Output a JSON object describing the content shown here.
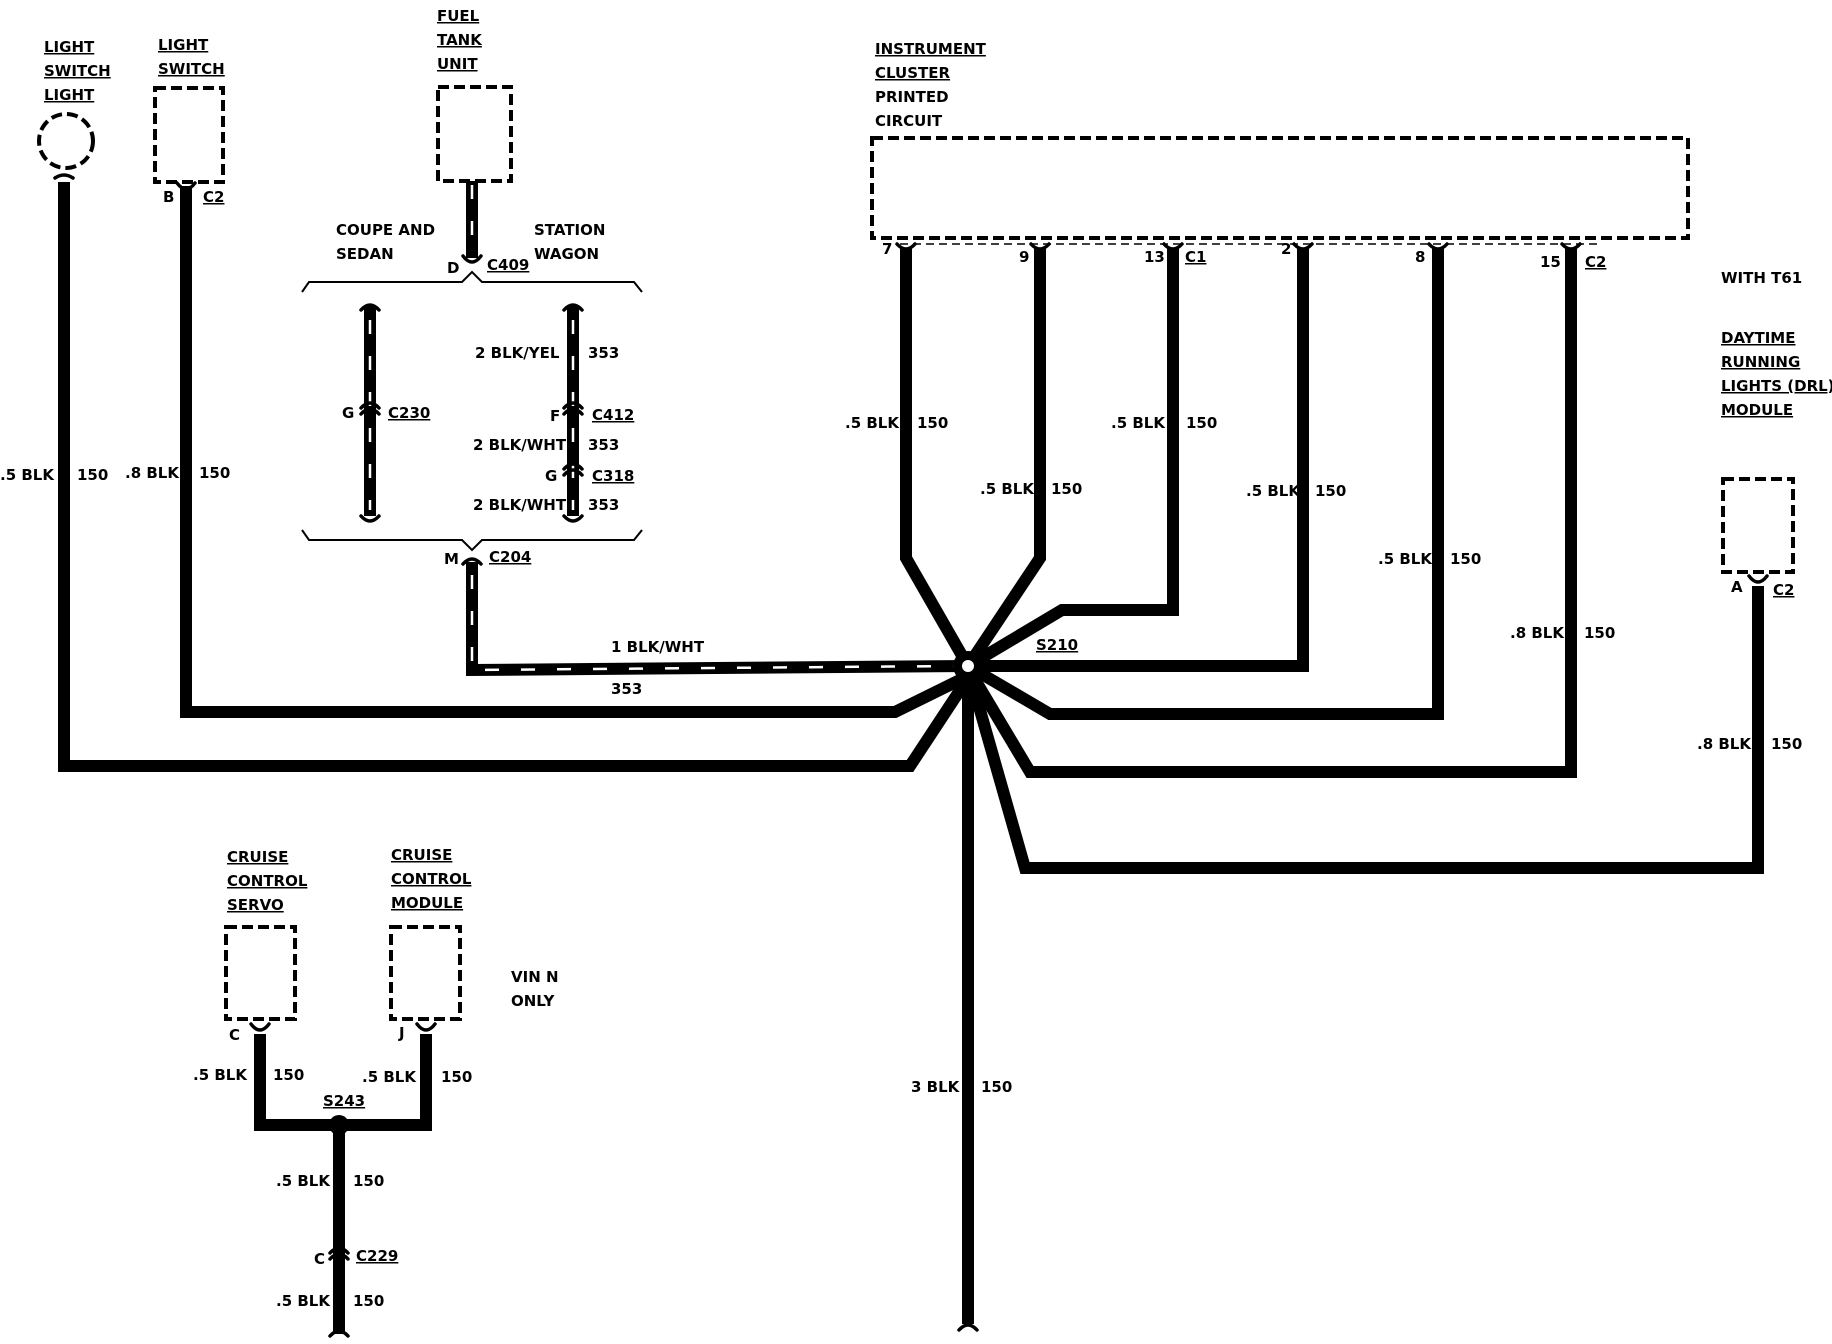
{
  "components": {
    "light_switch_light": [
      "LIGHT",
      "SWITCH",
      "LIGHT"
    ],
    "light_switch": [
      "LIGHT",
      "SWITCH"
    ],
    "fuel_tank_unit": [
      "FUEL",
      "TANK",
      "UNIT"
    ],
    "instrument_cluster": [
      "INSTRUMENT",
      "CLUSTER",
      "PRINTED",
      "CIRCUIT"
    ],
    "drl_with": "WITH T61",
    "drl_module": [
      "DAYTIME",
      "RUNNING",
      "LIGHTS (DRL)",
      "MODULE"
    ],
    "cruise_servo": [
      "CRUISE",
      "CONTROL",
      "SERVO"
    ],
    "cruise_module": [
      "CRUISE",
      "CONTROL",
      "MODULE"
    ],
    "vin_note": [
      "VIN N",
      "ONLY"
    ]
  },
  "variants": {
    "coupe_sedan": [
      "COUPE AND",
      "SEDAN"
    ],
    "station_wagon": [
      "STATION",
      "WAGON"
    ]
  },
  "connectors": {
    "ls_pin": "B",
    "ls_conn": "C2",
    "c409_pin": "D",
    "c409": "C409",
    "c230_pin": "G",
    "c230": "C230",
    "c412_pin": "F",
    "c412": "C412",
    "c318_pin": "G",
    "c318": "C318",
    "c204_pin": "M",
    "c204": "C204",
    "ic_pins": [
      "7",
      "9",
      "13",
      "2",
      "8",
      "15"
    ],
    "ic_c1": "C1",
    "ic_c2": "C2",
    "drl_pin": "A",
    "drl_conn": "C2",
    "servo_pin": "C",
    "module_pin": "J",
    "c229_pin": "C",
    "c229": "C229"
  },
  "splices": {
    "s210": "S210",
    "s243": "S243"
  },
  "wires": {
    "lsl": {
      "gauge": ".5 BLK",
      "circuit": "150"
    },
    "ls": {
      "gauge": ".8 BLK",
      "circuit": "150"
    },
    "sw_1": {
      "gauge": "2 BLK/YEL",
      "circuit": "353"
    },
    "sw_2": {
      "gauge": "2 BLK/WHT",
      "circuit": "353"
    },
    "sw_3": {
      "gauge": "2 BLK/WHT",
      "circuit": "353"
    },
    "c204_wire": {
      "gauge": "1 BLK/WHT",
      "circuit": "353"
    },
    "ic_7": {
      "gauge": ".5 BLK",
      "circuit": "150"
    },
    "ic_9": {
      "gauge": ".5 BLK",
      "circuit": "150"
    },
    "ic_13": {
      "gauge": ".5 BLK",
      "circuit": "150"
    },
    "ic_2": {
      "gauge": ".5 BLK",
      "circuit": "150"
    },
    "ic_8": {
      "gauge": ".5 BLK",
      "circuit": "150"
    },
    "ic_15": {
      "gauge": ".8 BLK",
      "circuit": "150"
    },
    "drl": {
      "gauge": ".8 BLK",
      "circuit": "150"
    },
    "ground": {
      "gauge": "3 BLK",
      "circuit": "150"
    },
    "servo": {
      "gauge": ".5 BLK",
      "circuit": "150"
    },
    "module": {
      "gauge": ".5 BLK",
      "circuit": "150"
    },
    "s243_down": {
      "gauge": ".5 BLK",
      "circuit": "150"
    },
    "c229_down": {
      "gauge": ".5 BLK",
      "circuit": "150"
    }
  }
}
